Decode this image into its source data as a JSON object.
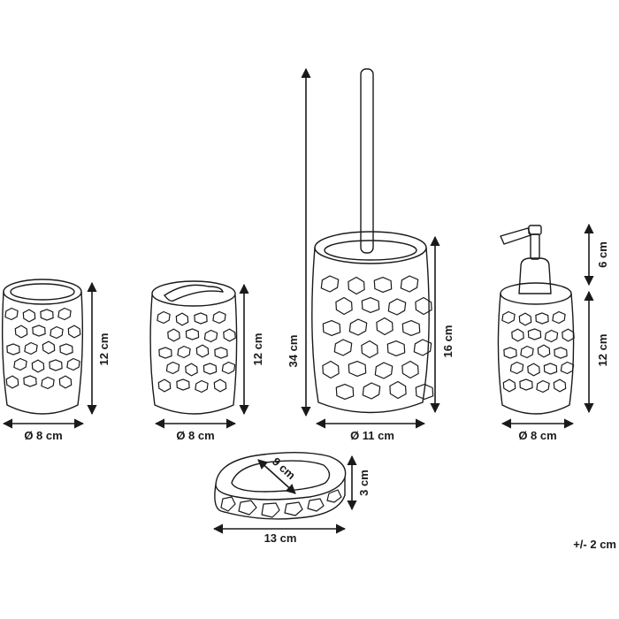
{
  "dimensions": {
    "cup_width": "Ø 8 cm",
    "cup_height": "12 cm",
    "holder_width": "Ø 8 cm",
    "holder_height": "12 cm",
    "brush_width": "Ø 11 cm",
    "brush_total_height": "34 cm",
    "brush_holder_height": "16 cm",
    "dispenser_width": "Ø 8 cm",
    "dispenser_pump_height": "6 cm",
    "dispenser_body_height": "12 cm",
    "dish_width": "13 cm",
    "dish_depth": "9 cm",
    "dish_height": "3 cm",
    "tolerance": "+/- 2 cm"
  }
}
